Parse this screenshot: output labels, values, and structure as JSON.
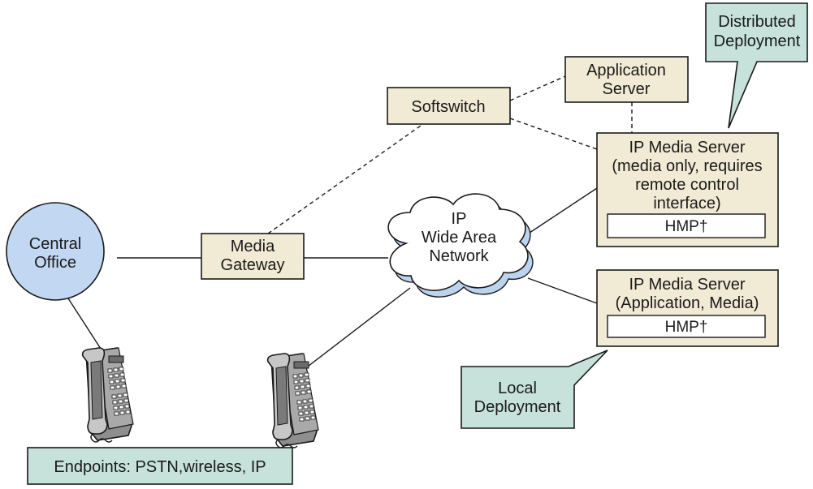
{
  "nodes": {
    "central_office": {
      "line1": "Central",
      "line2": "Office"
    },
    "media_gateway": {
      "line1": "Media",
      "line2": "Gateway"
    },
    "softswitch": {
      "label": "Softswitch"
    },
    "application_server": {
      "line1": "Application",
      "line2": "Server"
    },
    "ip_wan": {
      "line1": "IP",
      "line2": "Wide Area",
      "line3": "Network"
    },
    "ip_media_server_distributed": {
      "line1": "IP Media Server",
      "line2": "(media only, requires",
      "line3": "remote control",
      "line4": "interface)",
      "hmp": "HMP†"
    },
    "ip_media_server_local": {
      "line1": "IP Media Server",
      "line2": "(Application, Media)",
      "hmp": "HMP†"
    }
  },
  "callouts": {
    "distributed": {
      "line1": "Distributed",
      "line2": "Deployment"
    },
    "local": {
      "line1": "Local",
      "line2": "Deployment"
    }
  },
  "endpoints_label": "Endpoints: PSTN,wireless, IP",
  "colors": {
    "box_fill": "#f1ead4",
    "circle_fill": "#c2d7f2",
    "callout_fill": "#c7e2da",
    "cloud_fill": "#ffffff",
    "cloud_shadow": "#bcd3ee",
    "phone_body": "#9a9a9a"
  },
  "icons": [
    "desk-phone-icon",
    "desk-phone-icon"
  ]
}
